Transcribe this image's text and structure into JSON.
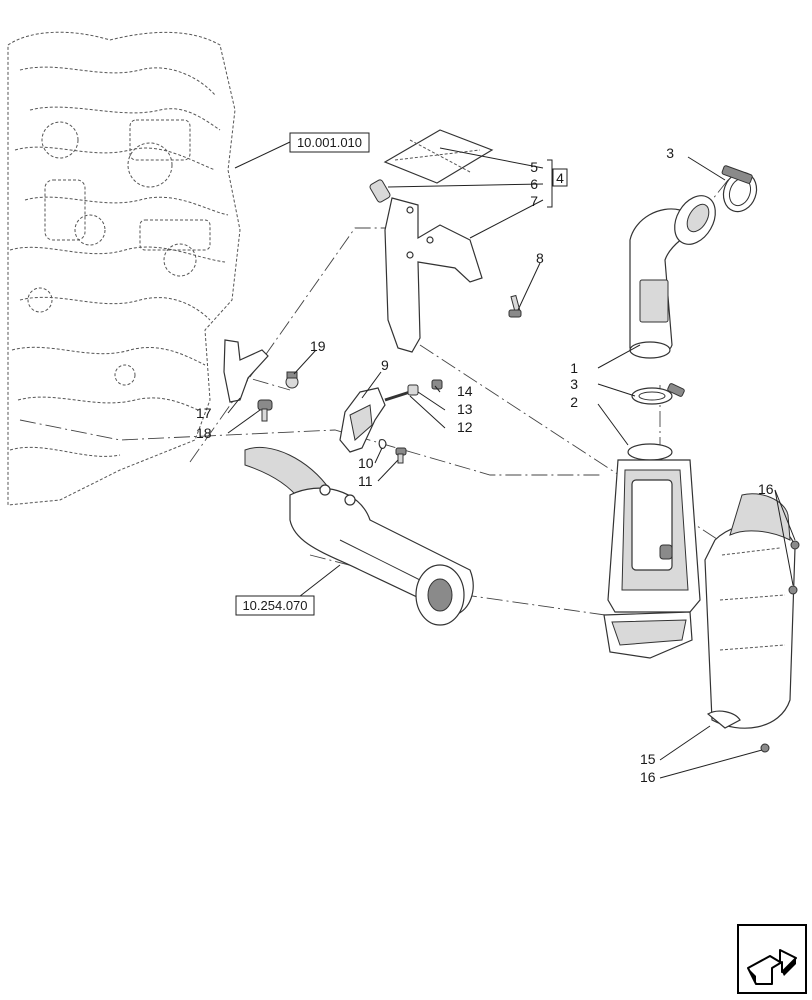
{
  "references": {
    "engine": "10.001.010",
    "turbo_pipe": "10.254.070"
  },
  "callouts": {
    "c1": "1",
    "c2": "2",
    "c3a": "3",
    "c3b": "3",
    "c4": "4",
    "c5": "5",
    "c6": "6",
    "c7": "7",
    "c8": "8",
    "c9": "9",
    "c10": "10",
    "c11": "11",
    "c12": "12",
    "c13": "13",
    "c14": "14",
    "c15": "15",
    "c16a": "16",
    "c16b": "16",
    "c17": "17",
    "c18": "18",
    "c19": "19"
  },
  "nav_icon": "next-page-arrow-icon"
}
